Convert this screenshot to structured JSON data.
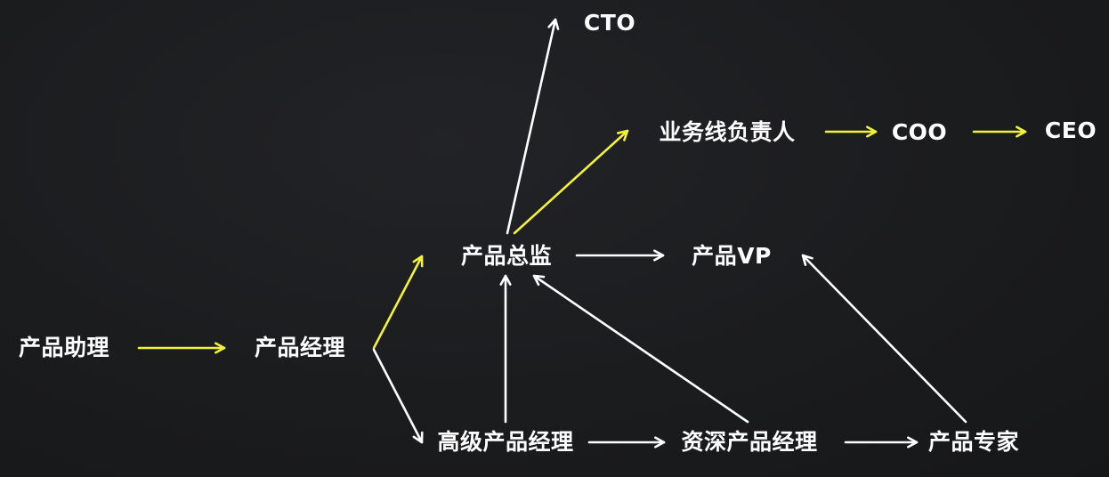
{
  "colors": {
    "background": "#1a1b1d",
    "text": "#ffffff",
    "arrow_white": "#ffffff",
    "arrow_yellow": "#f2f23c"
  },
  "nodes": {
    "assistant": "产品助理",
    "manager": "产品经理",
    "director": "产品总监",
    "cto": "CTO",
    "business_head": "业务线负责人",
    "coo": "COO",
    "ceo": "CEO",
    "vp": "产品VP",
    "senior_manager": "高级产品经理",
    "principal_manager": "资深产品经理",
    "expert": "产品专家"
  },
  "edges": [
    {
      "from": "assistant",
      "to": "manager",
      "style": "yellow"
    },
    {
      "from": "manager",
      "to": "director",
      "style": "yellow"
    },
    {
      "from": "manager",
      "to": "senior_manager",
      "style": "white"
    },
    {
      "from": "director",
      "to": "cto",
      "style": "white"
    },
    {
      "from": "director",
      "to": "business_head",
      "style": "yellow"
    },
    {
      "from": "business_head",
      "to": "coo",
      "style": "yellow"
    },
    {
      "from": "coo",
      "to": "ceo",
      "style": "yellow"
    },
    {
      "from": "director",
      "to": "vp",
      "style": "white"
    },
    {
      "from": "senior_manager",
      "to": "director",
      "style": "white"
    },
    {
      "from": "principal_manager",
      "to": "director",
      "style": "white"
    },
    {
      "from": "expert",
      "to": "vp",
      "style": "white"
    },
    {
      "from": "senior_manager",
      "to": "principal_manager",
      "style": "white"
    },
    {
      "from": "principal_manager",
      "to": "expert",
      "style": "white"
    }
  ]
}
